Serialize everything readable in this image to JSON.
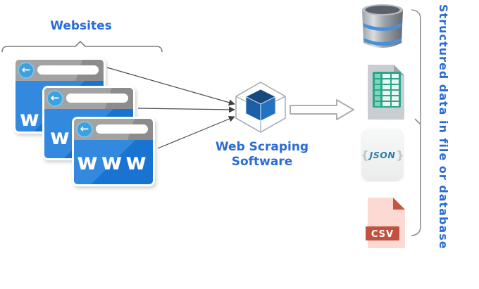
{
  "title": "Web scraping process diagram",
  "labels": {
    "websites": "Websites",
    "software": [
      "Web Scraping",
      "Software"
    ],
    "output": "Structured data in file or database"
  },
  "browsers": {
    "count": 3,
    "www_label": "www"
  },
  "icons": {
    "back_arrow": "←",
    "names": [
      "back-arrow-icon",
      "database-icon",
      "spreadsheet-icon",
      "json-file-icon",
      "csv-file-icon",
      "cube-icon",
      "right-arrow-icon",
      "websites-brace",
      "files-bracket"
    ]
  },
  "files": {
    "json": {
      "open_brace": "{",
      "name": "JSON",
      "close_brace": "}"
    },
    "csv": {
      "name": "CSV"
    }
  },
  "colors": {
    "label_blue": "#2a6bd5",
    "browser_blue": "#1973d0",
    "browser_blue_light": "#3389de",
    "bar_gray": "#a3a3a3",
    "back_circle_blue": "#3ea0dc",
    "cube_top_blue": "#15497f",
    "cube_face_blue": "#2070bd",
    "wireframe_gray": "#a8b0b8",
    "connector_gray": "#4d4d4d",
    "spreadsheet_green": "#28a78a",
    "spreadsheet_cell_green": "#7fd4b9",
    "db_band_blue": "#4a90d8",
    "csv_red": "#c4563e",
    "csv_pink": "#fcd9d3"
  }
}
